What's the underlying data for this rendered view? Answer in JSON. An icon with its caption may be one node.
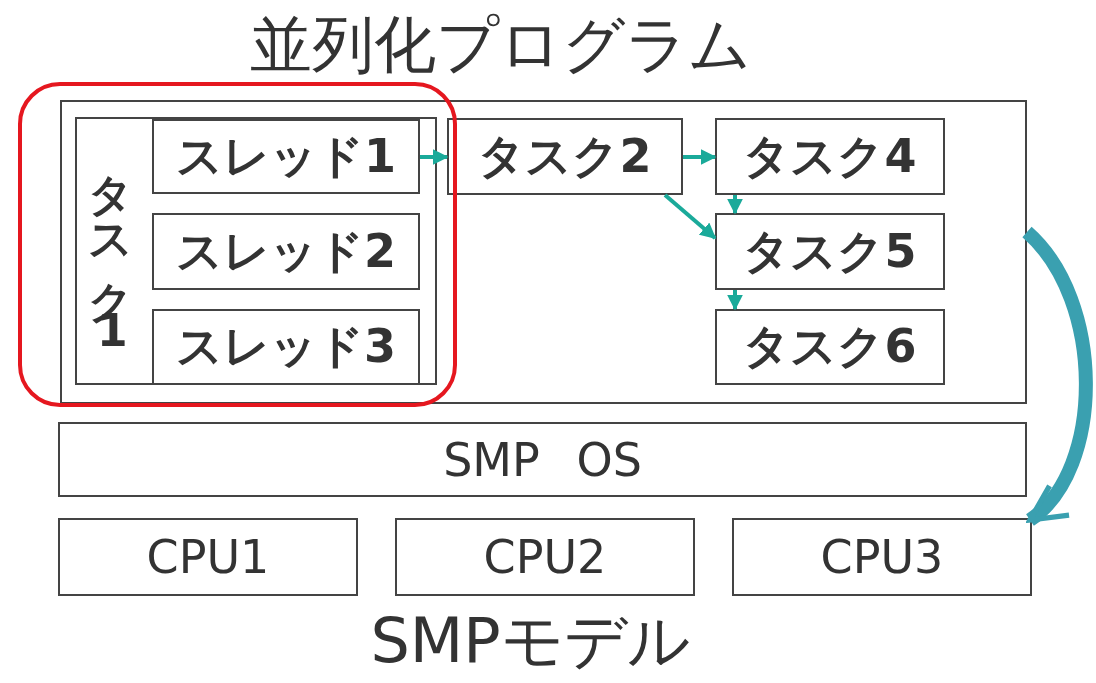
{
  "diagram": {
    "title": "並列化プログラム",
    "caption": "SMPモデル",
    "nodes": [
      {
        "text": [],
        "shape": "box"
      },
      {
        "text": [
          "タスク1"
        ],
        "in": 0
      },
      {
        "text": [
          "スレッド1"
        ],
        "in": 1
      },
      {
        "text": [
          "スレッド2"
        ],
        "in": 1
      },
      {
        "text": [
          "スレッド3"
        ],
        "in": 1
      },
      {
        "text": [
          "タスク2"
        ],
        "in": 0
      },
      {
        "text": [
          "タスク4"
        ],
        "in": 0
      },
      {
        "text": [
          "タスク5"
        ],
        "in": 0
      },
      {
        "text": [
          "タスク6"
        ],
        "in": 0
      },
      {
        "text": [
          "SMP OS"
        ]
      },
      {
        "text": [
          "CPU1"
        ]
      },
      {
        "text": [
          "CPU2"
        ]
      },
      {
        "text": [
          "CPU3"
        ]
      }
    ],
    "edges": [
      {
        "from": 2,
        "to": 5,
        "arrow": "to"
      },
      {
        "from": 5,
        "to": 6,
        "arrow": "to"
      },
      {
        "from": 5,
        "to": 7,
        "arrow": "to"
      },
      {
        "from": 6,
        "to": 7,
        "arrow": "to"
      },
      {
        "from": 7,
        "to": 8,
        "arrow": "to"
      },
      {
        "from": 0,
        "to": 12,
        "arrow": "to",
        "style": "thick",
        "color": "#3aa0b0"
      }
    ]
  }
}
